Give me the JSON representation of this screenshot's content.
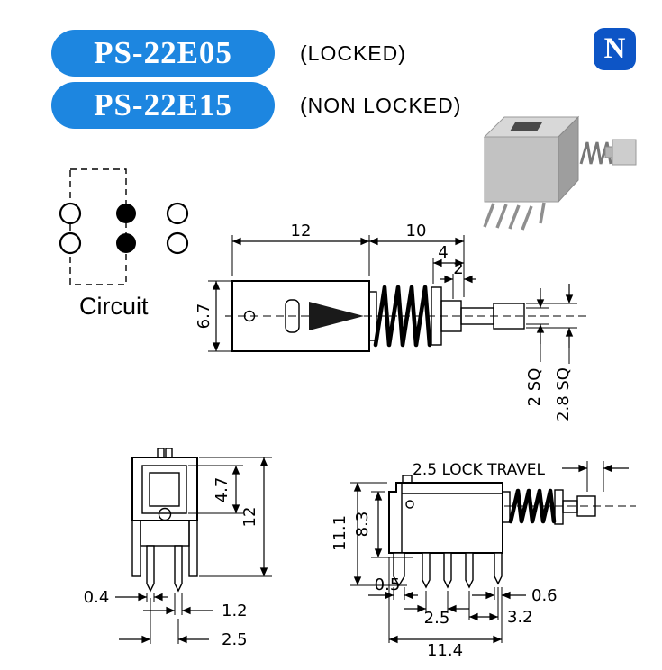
{
  "header": {
    "models": [
      {
        "code": "PS-22E05",
        "note": "(LOCKED)"
      },
      {
        "code": "PS-22E15",
        "note": "(NON LOCKED)"
      }
    ],
    "logo_letter": "N"
  },
  "colors": {
    "badge_blue": "#1d86e0",
    "logo_blue": "#0d55c6",
    "drawing_ink": "#000000",
    "photo_gray": "#c2c2c2"
  },
  "circuit": {
    "label": "Circuit"
  },
  "top_view": {
    "body_width": "12",
    "plunger_extension": "10",
    "collar_width": "4",
    "tip_width": "2",
    "body_height": "6.7",
    "shaft_square": "2 SQ",
    "collar_square": "2.8 SQ"
  },
  "front_view": {
    "inner_height": "4.7",
    "total_height": "12",
    "pin_width": "0.4",
    "pin_width_2": "1.2",
    "pin_pitch": "2.5"
  },
  "side_view": {
    "lock_travel": "2.5 LOCK TRAVEL",
    "total_height": "11.1",
    "body_height": "8.3",
    "leg_width": "0.5",
    "pin_pitch_a": "2.5",
    "pin_pitch_b": "3.2",
    "pin_width": "0.6",
    "total_width": "11.4"
  }
}
